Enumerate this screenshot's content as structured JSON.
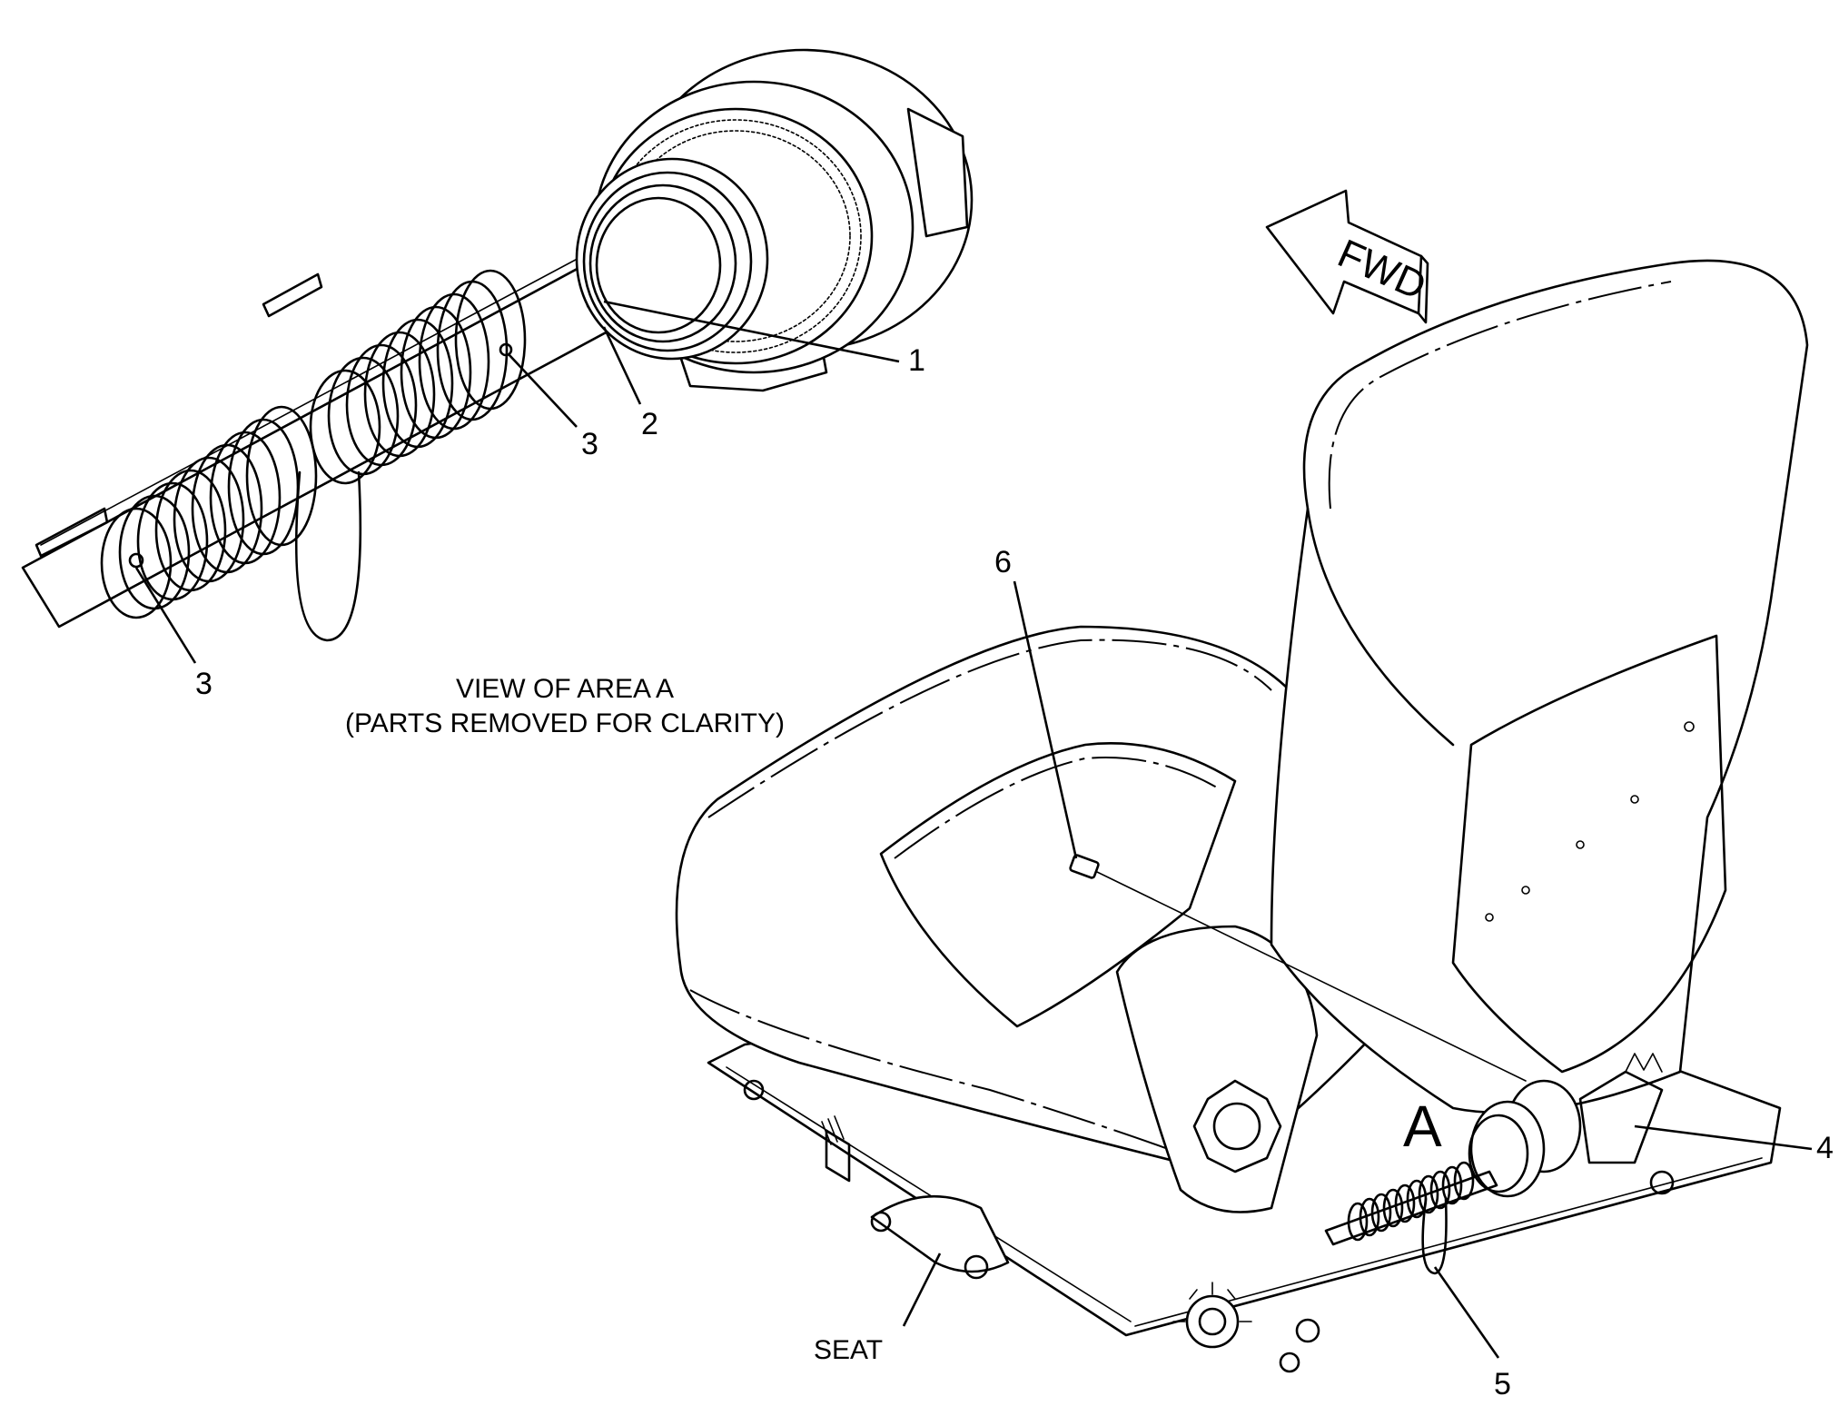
{
  "callouts": {
    "c1": "1",
    "c2": "2",
    "c3a": "3",
    "c3b": "3",
    "c4": "4",
    "c5": "5",
    "c6": "6"
  },
  "labels": {
    "seat": "SEAT",
    "area_marker": "A",
    "direction": "FWD",
    "view_title": "VIEW OF AREA  A",
    "view_note": "(PARTS REMOVED FOR CLARITY)"
  }
}
